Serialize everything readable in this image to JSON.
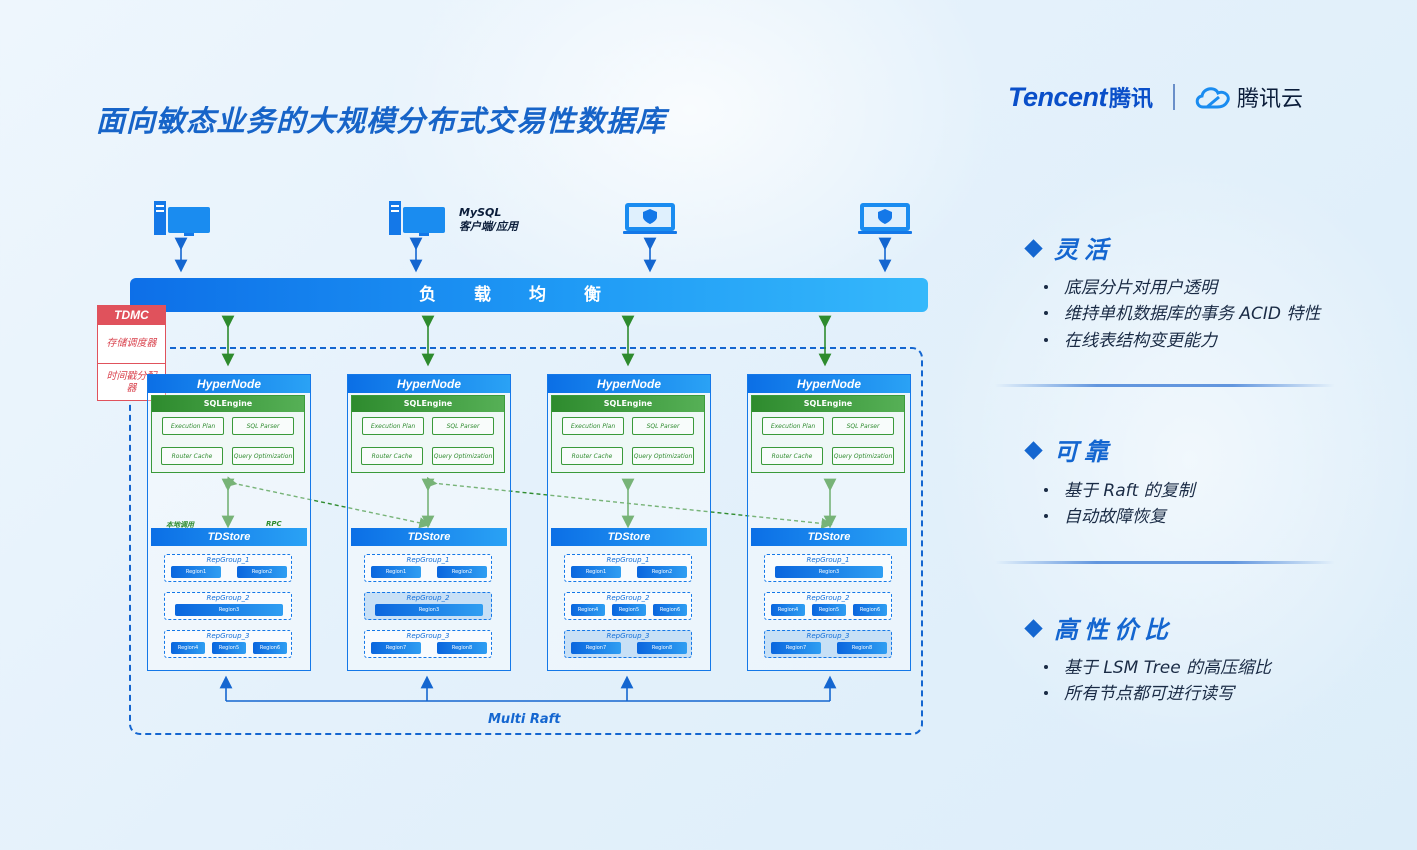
{
  "title": "面向敏态业务的大规模分布式交易性数据库",
  "logo": {
    "brand": "Tencent",
    "brand_cn": "腾讯",
    "cloud": "腾讯云"
  },
  "client_label": {
    "line1": "MySQL",
    "line2": "客户端/应用"
  },
  "load_balancer": "负载均衡",
  "tdmc": {
    "title": "TDMC",
    "items": [
      "存储调度器",
      "时间戳分配器"
    ]
  },
  "hypernode": {
    "title": "HyperNode",
    "sql_engine": "SQLEngine",
    "sql_boxes": [
      "Execution Plan",
      "SQL Parser",
      "Router Cache",
      "Query Optimization"
    ],
    "tdstore": "TDStore"
  },
  "links": {
    "local": "本地调用",
    "rpc": "RPC"
  },
  "nodes": [
    {
      "groups": [
        {
          "name": "RepGroup_1",
          "regions": [
            "Region1",
            "Region2"
          ]
        },
        {
          "name": "RepGroup_2",
          "regions": [
            "Region3"
          ]
        },
        {
          "name": "RepGroup_3",
          "regions": [
            "Region4",
            "Region5",
            "Region6"
          ]
        }
      ]
    },
    {
      "groups": [
        {
          "name": "RepGroup_1",
          "regions": [
            "Region1",
            "Region2"
          ]
        },
        {
          "name": "RepGroup_2",
          "regions": [
            "Region3"
          ]
        },
        {
          "name": "RepGroup_3",
          "regions": [
            "Region7",
            "Region8"
          ]
        }
      ]
    },
    {
      "groups": [
        {
          "name": "RepGroup_1",
          "regions": [
            "Region1",
            "Region2"
          ]
        },
        {
          "name": "RepGroup_2",
          "regions": [
            "Region4",
            "Region5",
            "Region6"
          ]
        },
        {
          "name": "RepGroup_3",
          "regions": [
            "Region7",
            "Region8"
          ]
        }
      ]
    },
    {
      "groups": [
        {
          "name": "RepGroup_1",
          "regions": [
            "Region3"
          ]
        },
        {
          "name": "RepGroup_2",
          "regions": [
            "Region4",
            "Region5",
            "Region6"
          ]
        },
        {
          "name": "RepGroup_3",
          "regions": [
            "Region7",
            "Region8"
          ]
        }
      ]
    }
  ],
  "multi_raft": "Multi Raft",
  "features": [
    {
      "heading": "灵活",
      "items": [
        "底层分片对用户透明",
        "维持单机数据库的事务 ACID 特性",
        "在线表结构变更能力"
      ]
    },
    {
      "heading": "可靠",
      "items": [
        "基于 Raft 的复制",
        "自动故障恢复"
      ]
    },
    {
      "heading": "高性价比",
      "items": [
        "基于 LSM Tree 的高压缩比",
        "所有节点都可进行读写"
      ]
    }
  ],
  "colors": {
    "primary": "#1466d0",
    "accent": "#1f9af5",
    "green": "#2e8b2e",
    "red": "#e0525c"
  }
}
